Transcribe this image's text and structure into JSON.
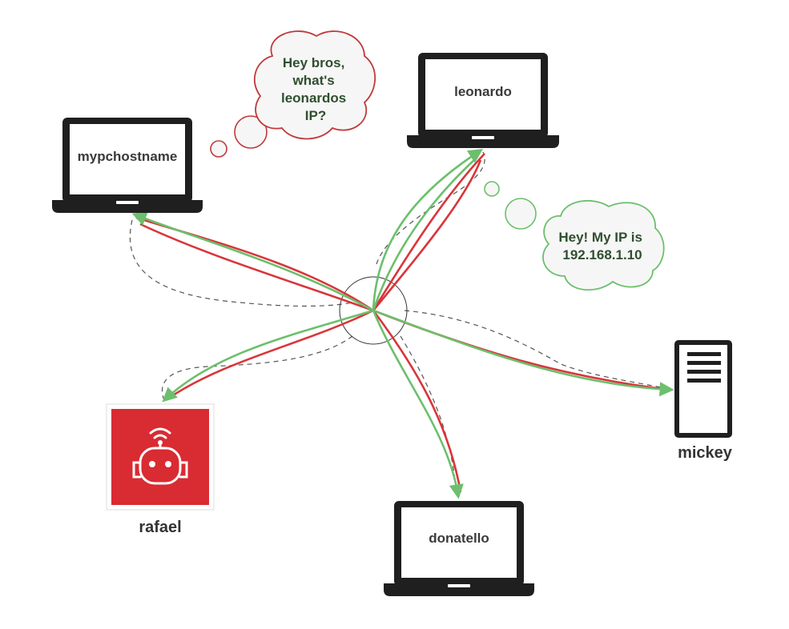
{
  "nodes": {
    "mypchostname": {
      "label": "mypchostname",
      "kind": "laptop"
    },
    "leonardo": {
      "label": "leonardo",
      "kind": "laptop"
    },
    "donatello": {
      "label": "donatello",
      "kind": "laptop"
    },
    "mickey": {
      "label": "mickey",
      "kind": "server"
    },
    "rafael": {
      "label": "rafael",
      "kind": "robot"
    }
  },
  "bubbles": {
    "question": {
      "lines": [
        "Hey bros,",
        "what's",
        "leonardos",
        "IP?"
      ],
      "speaker": "mypchostname"
    },
    "answer": {
      "lines": [
        "Hey! My IP is",
        "192.168.1.10"
      ],
      "speaker": "leonardo"
    }
  },
  "colors": {
    "query_line": "#d9353a",
    "reply_line": "#6cbf6c",
    "dashed_line": "#555555",
    "question_border": "#c0393b",
    "answer_border": "#6cbf6c",
    "device_dark": "#1f1f1f",
    "robot_red": "#d92b32"
  }
}
